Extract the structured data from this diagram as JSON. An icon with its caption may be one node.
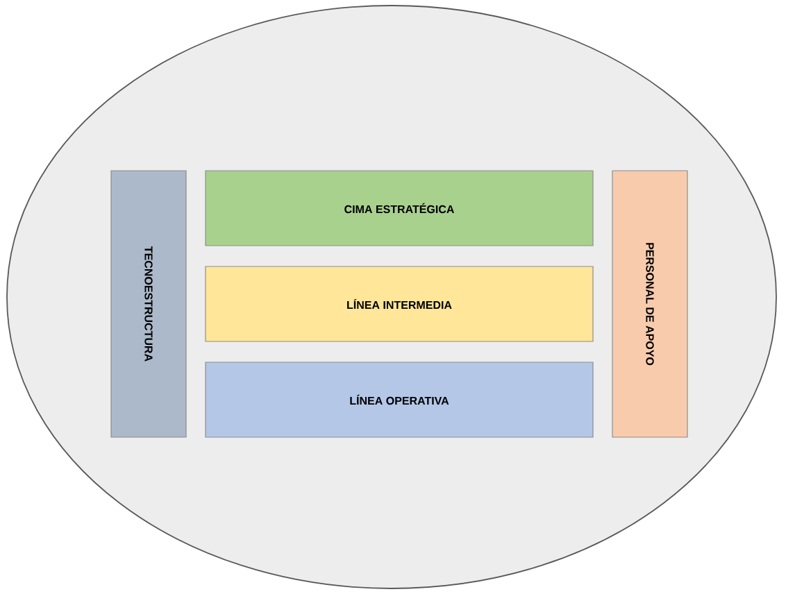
{
  "diagram": {
    "nodes": [
      {
        "text": [],
        "shape": "ellipse"
      },
      {
        "text": [
          "TECNOESTRUCTURA"
        ],
        "in": 0
      },
      {
        "text": [
          "CIMA ESTRATÉGICA"
        ],
        "in": 0
      },
      {
        "text": [
          "LÍNEA INTERMEDIA"
        ],
        "in": 0
      },
      {
        "text": [
          "LÍNEA OPERATIVA"
        ],
        "in": 0
      },
      {
        "text": [
          "PERSONAL DE APOYO"
        ],
        "in": 0
      }
    ]
  }
}
